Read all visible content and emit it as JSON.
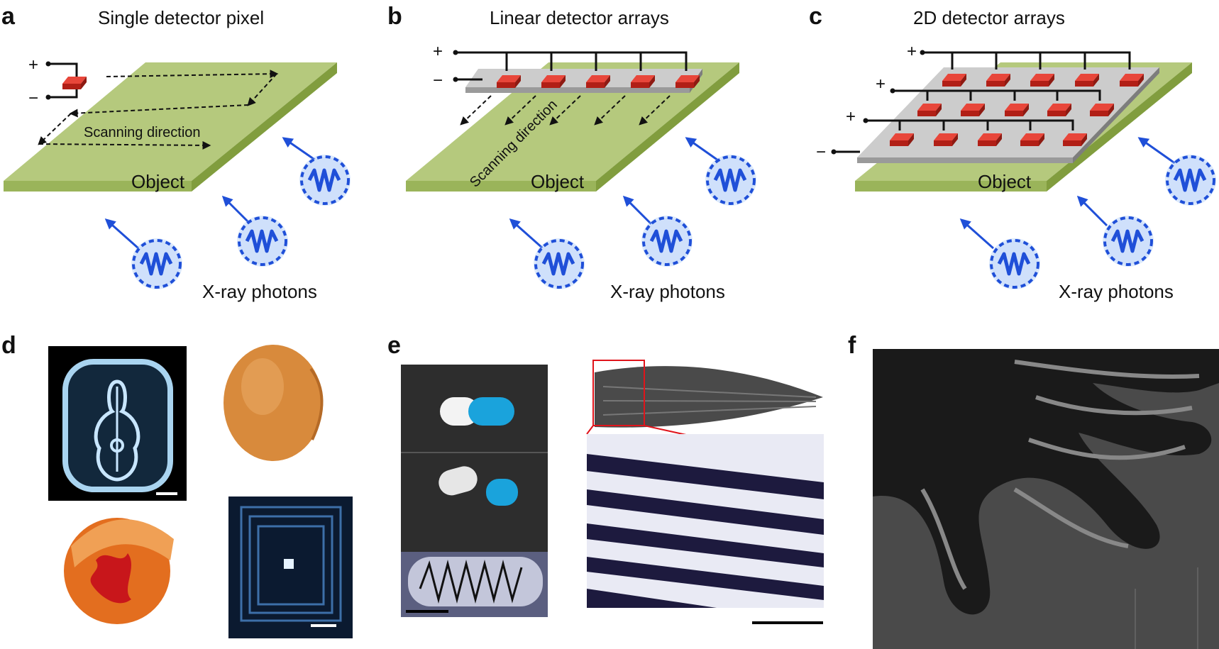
{
  "panels": {
    "a": {
      "letter": "a",
      "title": "Single detector pixel",
      "scan_label": "Scanning direction",
      "object_label": "Object",
      "photons_label": "X-ray photons",
      "plus": "+",
      "minus": "−"
    },
    "b": {
      "letter": "b",
      "title": "Linear detector arrays",
      "scan_label": "Scanning direction",
      "object_label": "Object",
      "photons_label": "X-ray photons",
      "plus": "+",
      "minus": "−"
    },
    "c": {
      "letter": "c",
      "title": "2D detector arrays",
      "object_label": "Object",
      "photons_label": "X-ray photons",
      "plus": "+",
      "minus": "−"
    },
    "d": {
      "letter": "d"
    },
    "e": {
      "letter": "e"
    },
    "f": {
      "letter": "f"
    }
  },
  "colors": {
    "object_top": "#b5c97d",
    "object_side": "#8faa4a",
    "pixel_red": "#d42a20",
    "array_grey": "#c8c8c8",
    "photon_blue": "#1f4fd8",
    "photon_fill": "#9fc3f5"
  }
}
